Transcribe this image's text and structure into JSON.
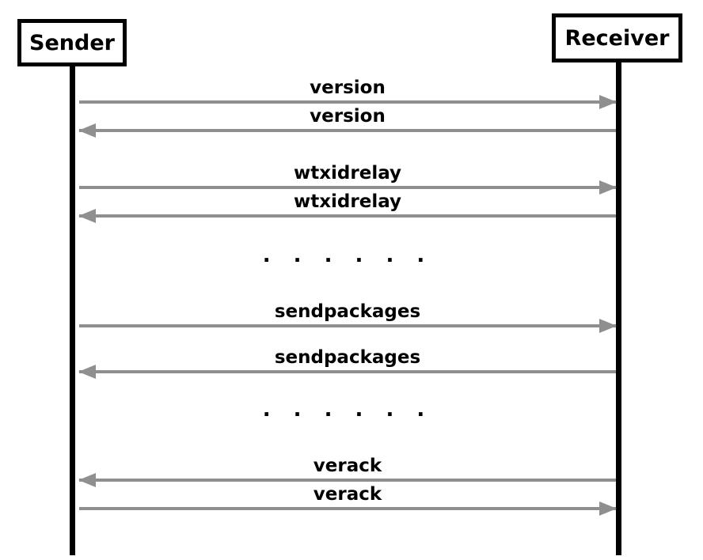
{
  "diagram": {
    "type": "sequence-diagram",
    "arrow_color": "#8f8f8f",
    "lifeline_color": "#000000",
    "actors": {
      "sender": {
        "label": "Sender"
      },
      "receiver": {
        "label": "Receiver"
      }
    },
    "messages": [
      {
        "label": "version",
        "from": "Sender",
        "to": "Receiver",
        "direction": "right"
      },
      {
        "label": "version",
        "from": "Receiver",
        "to": "Sender",
        "direction": "left"
      },
      {
        "label": "wtxidrelay",
        "from": "Sender",
        "to": "Receiver",
        "direction": "right"
      },
      {
        "label": "wtxidrelay",
        "from": "Receiver",
        "to": "Sender",
        "direction": "left"
      },
      {
        "label": ". . . . . .",
        "direction": "none"
      },
      {
        "label": "sendpackages",
        "from": "Sender",
        "to": "Receiver",
        "direction": "right"
      },
      {
        "label": "sendpackages",
        "from": "Receiver",
        "to": "Sender",
        "direction": "left"
      },
      {
        "label": ". . . . . .",
        "direction": "none"
      },
      {
        "label": "verack",
        "from": "Receiver",
        "to": "Sender",
        "direction": "left"
      },
      {
        "label": "verack",
        "from": "Sender",
        "to": "Receiver",
        "direction": "right"
      }
    ]
  }
}
